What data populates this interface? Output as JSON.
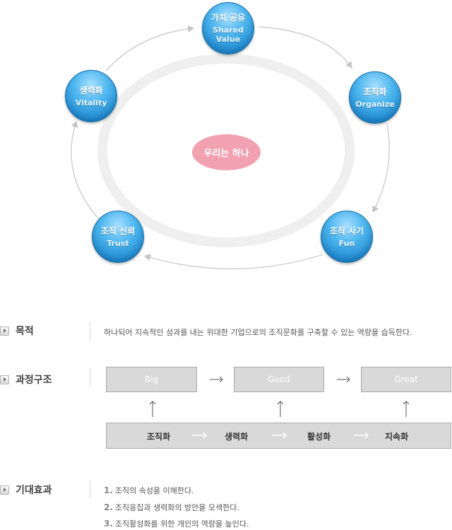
{
  "cycle": {
    "nodes": [
      {
        "ko": "가치 공유",
        "en1": "Shared",
        "en2": "Value"
      },
      {
        "ko": "조직화",
        "en1": "Organize"
      },
      {
        "ko": "조직 사기",
        "en1": "Fun"
      },
      {
        "ko": "조직 신뢰",
        "en1": "Trust"
      },
      {
        "ko": "생력화",
        "en1": "Vitality"
      }
    ],
    "center": "우리는 하나",
    "colors": {
      "node": "#2b95dc",
      "center": "#f2a1b1",
      "ring": "#efefef",
      "arrow": "#c8c8c8"
    }
  },
  "purpose": {
    "label": "목적",
    "text": "하나되어 지속적인 성과를 내는 위대한 기업으로의 조직문화를 구축할 수 있는 역량을 습득한다."
  },
  "process": {
    "label": "과정구조",
    "outcomes": [
      "Big",
      "Good",
      "Great"
    ],
    "steps": [
      "조직화",
      "생력화",
      "활성화",
      "지속화"
    ]
  },
  "effects": {
    "label": "기대효과",
    "items": [
      {
        "num": "1.",
        "text": "조직의 속성을 이해한다."
      },
      {
        "num": "2.",
        "text": "조직응집과 생력화의 방안을 모색한다."
      },
      {
        "num": "3.",
        "text": "조직활성화를 위한 개인의 역량을 높인다."
      }
    ]
  }
}
